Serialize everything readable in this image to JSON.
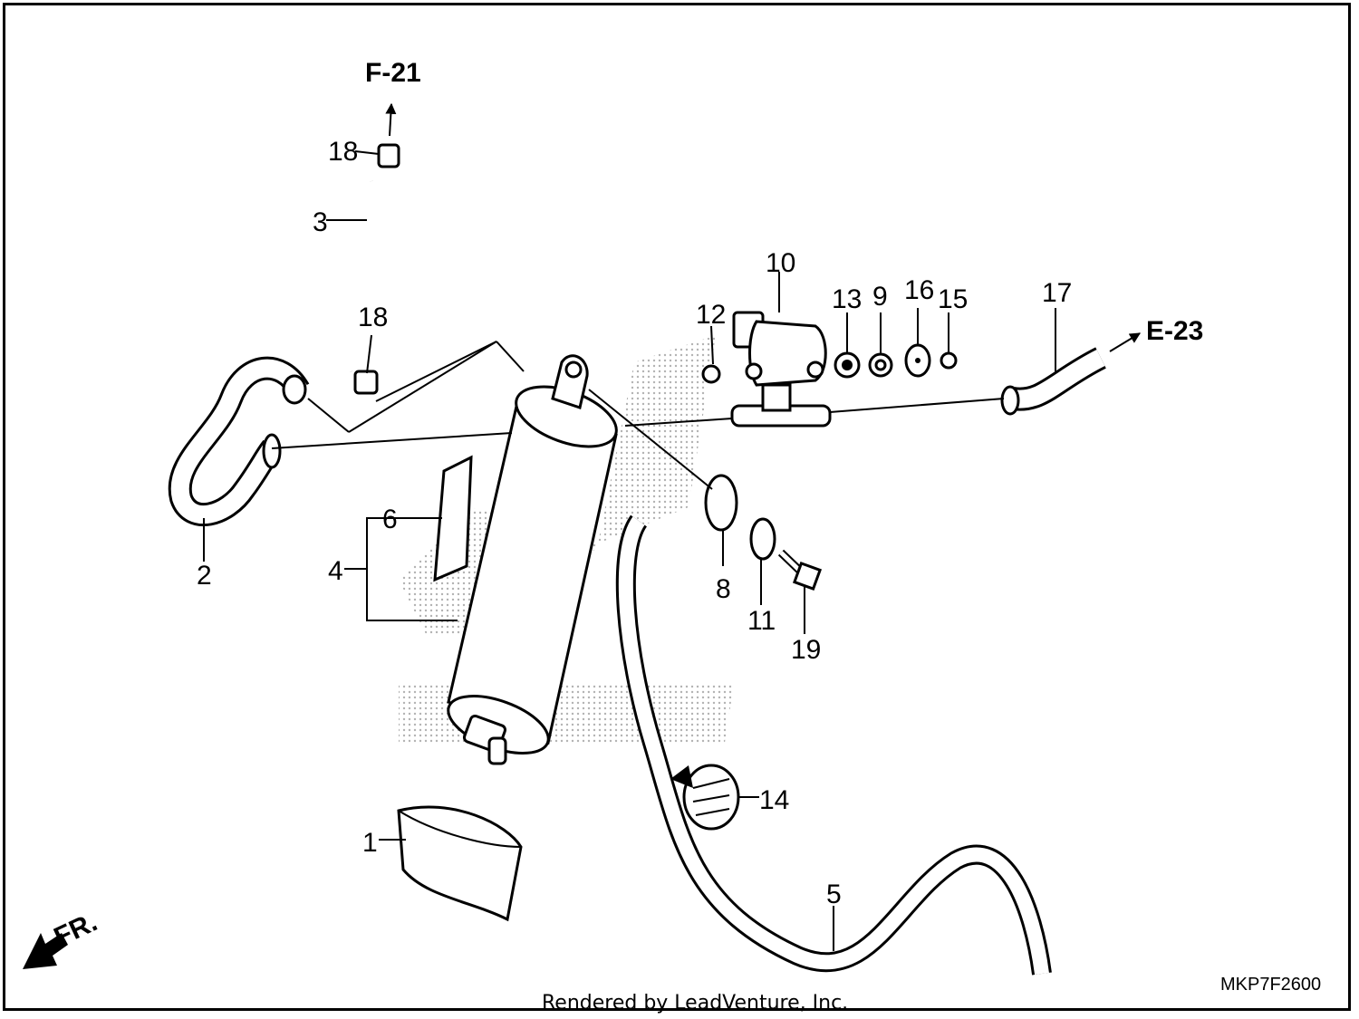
{
  "labels": {
    "p1": "1",
    "p2": "2",
    "p3": "3",
    "p4": "4",
    "p5": "5",
    "p6": "6",
    "p8": "8",
    "p9": "9",
    "p10": "10",
    "p11": "11",
    "p12": "12",
    "p13": "13",
    "p14": "14",
    "p15": "15",
    "p16": "16",
    "p17": "17",
    "p18a": "18",
    "p18b": "18",
    "p19": "19"
  },
  "refs": {
    "top": "F-21",
    "right": "E-23",
    "front": "FR."
  },
  "code": "MKP7F2600",
  "credit": "Rendered by LeadVenture, Inc.",
  "colors": {
    "ink": "#000000",
    "watermark": "#bbbbbb",
    "paper": "#ffffff"
  }
}
